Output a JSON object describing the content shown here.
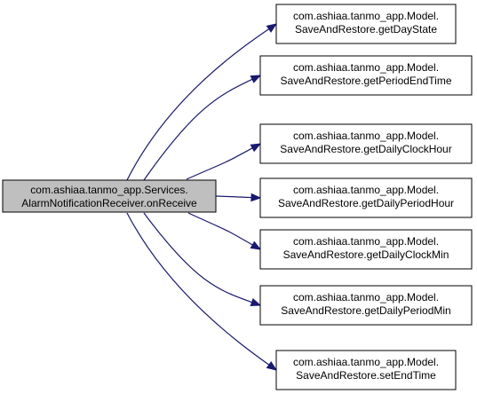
{
  "graph": {
    "edge_color": "#191970",
    "source_fill": "#bfbfbf",
    "target_fill": "#ffffff",
    "source": {
      "line1": "com.ashiaa.tanmo_app.Services.",
      "line2": "AlarmNotificationReceiver.onReceive"
    },
    "targets": [
      {
        "line1": "com.ashiaa.tanmo_app.Model.",
        "line2": "SaveAndRestore.getDayState"
      },
      {
        "line1": "com.ashiaa.tanmo_app.Model.",
        "line2": "SaveAndRestore.getPeriodEndTime"
      },
      {
        "line1": "com.ashiaa.tanmo_app.Model.",
        "line2": "SaveAndRestore.getDailyClockHour"
      },
      {
        "line1": "com.ashiaa.tanmo_app.Model.",
        "line2": "SaveAndRestore.getDailyPeriodHour"
      },
      {
        "line1": "com.ashiaa.tanmo_app.Model.",
        "line2": "SaveAndRestore.getDailyClockMin"
      },
      {
        "line1": "com.ashiaa.tanmo_app.Model.",
        "line2": "SaveAndRestore.getDailyPeriodMin"
      },
      {
        "line1": "com.ashiaa.tanmo_app.Model.",
        "line2": "SaveAndRestore.setEndTime"
      }
    ]
  }
}
